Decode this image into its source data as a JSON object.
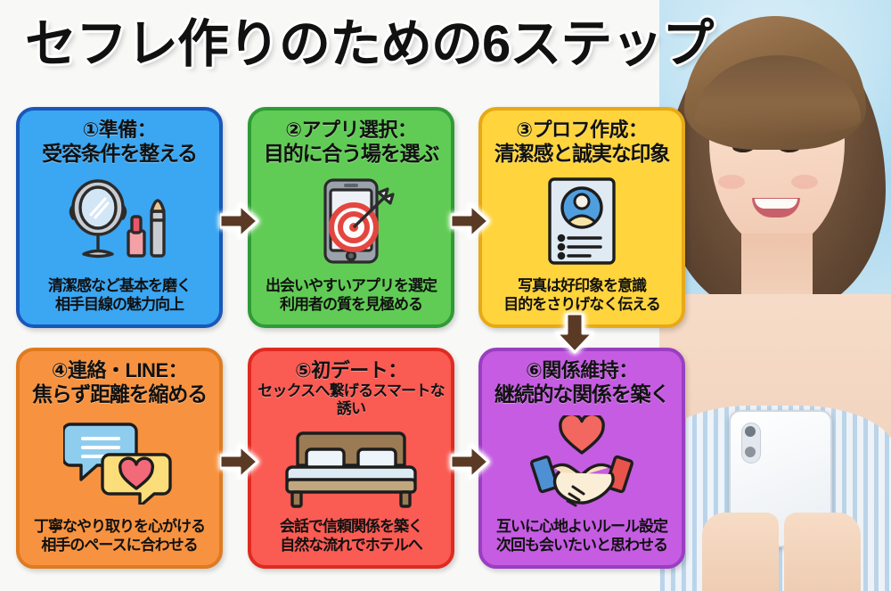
{
  "page": {
    "title": "セフレ作りのための6ステップ",
    "background_color": "#f8f9f7"
  },
  "photo": {
    "description_name": "smiling-woman-with-smartphone-photo"
  },
  "steps": [
    {
      "id": "step-1",
      "heading_line1": "①準備：",
      "heading_line2": "受容条件を整える",
      "footer_line1": "清潔感など基本を磨く",
      "footer_line2": "相手目線の魅力向上",
      "icon": "mirror-makeup-icon",
      "fill_color": "#3ba6f2",
      "border_color": "#1a57b9"
    },
    {
      "id": "step-2",
      "heading_line1": "②アプリ選択：",
      "heading_line2": "目的に合う場を選ぶ",
      "footer_line1": "出会いやすいアプリを選定",
      "footer_line2": "利用者の質を見極める",
      "icon": "smartphone-target-icon",
      "fill_color": "#61cc55",
      "border_color": "#2f9b36"
    },
    {
      "id": "step-3",
      "heading_line1": "③プロフ作成：",
      "heading_line2": "清潔感と誠実な印象",
      "footer_line1": "写真は好印象を意識",
      "footer_line2": "目的をさりげなく伝える",
      "icon": "profile-card-icon",
      "fill_color": "#ffd43c",
      "border_color": "#e8a917"
    },
    {
      "id": "step-4",
      "heading_line1": "④連絡・LINE：",
      "heading_line2": "焦らず距離を縮める",
      "footer_line1": "丁寧なやり取りを心がける",
      "footer_line2": "相手のペースに合わせる",
      "icon": "chat-bubbles-heart-icon",
      "fill_color": "#f79340",
      "border_color": "#e07a20"
    },
    {
      "id": "step-5",
      "heading_line1": "⑤初デート：",
      "heading_line2": "セックスへ繋げるスマートな誘い",
      "footer_line1": "会話で信頼関係を築く",
      "footer_line2": "自然な流れでホテルへ",
      "icon": "bed-icon",
      "fill_color": "#fa5b53",
      "border_color": "#e02a20"
    },
    {
      "id": "step-6",
      "heading_line1": "⑥関係維持：",
      "heading_line2": "継続的な関係を築く",
      "footer_line1": "互いに心地よいルール設定",
      "footer_line2": "次回も会いたいと思わせる",
      "icon": "handshake-heart-icon",
      "fill_color": "#c55ce2",
      "border_color": "#9a3ec2"
    }
  ],
  "arrows": [
    {
      "name": "arrow-step1-to-step2",
      "direction": "right",
      "color": "#5a3a24"
    },
    {
      "name": "arrow-step2-to-step3",
      "direction": "right",
      "color": "#5a3a24"
    },
    {
      "name": "arrow-step4-to-step5",
      "direction": "right",
      "color": "#5a3a24"
    },
    {
      "name": "arrow-step5-to-step6",
      "direction": "right",
      "color": "#5a3a24"
    },
    {
      "name": "arrow-step3-to-step6",
      "direction": "down",
      "color": "#5a3a24"
    }
  ]
}
